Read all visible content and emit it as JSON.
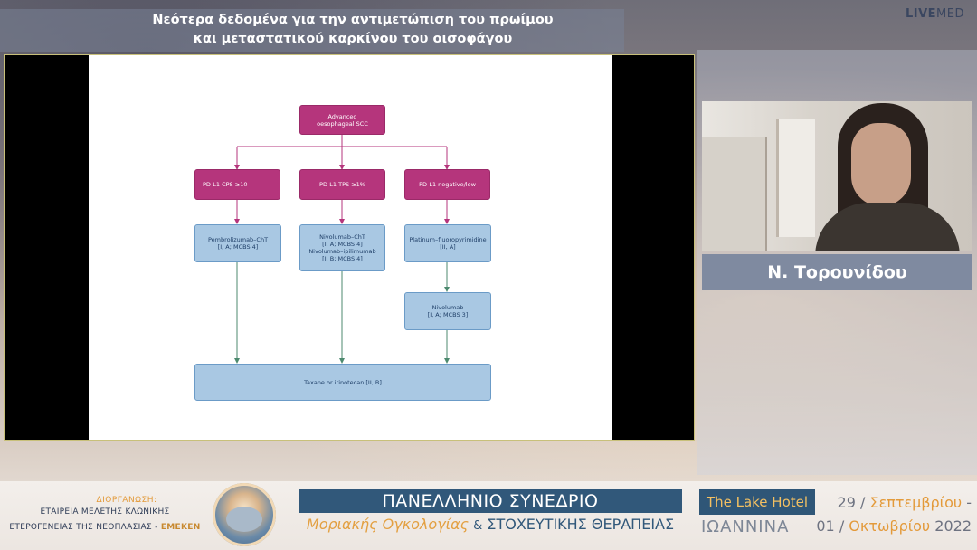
{
  "header": {
    "title_line1": "Νεότερα δεδομένα για την αντιμετώπιση του πρωίμου",
    "title_line2": "και μεταστατικού καρκίνου του οισοφάγου",
    "brand_live": "LIVE",
    "brand_med": "MED"
  },
  "slide": {
    "root": [
      "Advanced",
      "oesophageal SCC"
    ],
    "branches": [
      {
        "header": "PD-L1 CPS ≥10",
        "treatment": [
          "Pembrolizumab–ChT",
          "[I, A; MCBS 4]"
        ]
      },
      {
        "header": "PD-L1 TPS ≥1%",
        "treatment": [
          "Nivolumab–ChT",
          "[I, A; MCBS 4]",
          "Nivolumab–ipilimumab",
          "[I, B; MCBS 4]"
        ]
      },
      {
        "header": "PD-L1 negative/low",
        "treatment": [
          "Platinum–fluoropyrimidine",
          "[II, A]"
        ],
        "followup": [
          "Nivolumab",
          "[I, A; MCBS 3]"
        ]
      }
    ],
    "bottom": "Taxane or irinotecan [II, B]"
  },
  "webcam": {
    "speaker_name": "Ν. Τορουνίδου"
  },
  "footer": {
    "organizer_label": "ΔΙΟΡΓΑΝΩΣΗ:",
    "organizer_line1": "ΕΤΑΙΡΕΙΑ ΜΕΛΕΤΗΣ ΚΛΩΝΙΚΗΣ",
    "organizer_line2_a": "ΕΤΕΡΟΓΕΝΕΙΑΣ ΤΗΣ ΝΕΟΠΛΑΣΙΑΣ - ",
    "organizer_line2_b": "ΕΜΕΚΕΝ",
    "conference_title": "ΠΑΝΕΛΛΗΝΙΟ ΣΥΝΕΔΡΙΟ",
    "conference_sub_a": "Μοριακής Ογκολογίας",
    "conference_sub_amp": "&",
    "conference_sub_b": "ΣΤΟΧΕΥΤΙΚΗΣ ΘΕΡΑΠΕΙΑΣ",
    "hotel": "The Lake Hotel",
    "city": "ΙΩΑΝΝΙΝΑ",
    "date_line1_a": "29 / ",
    "date_line1_m": "Σεπτεμβρίου",
    "date_line1_b": " -",
    "date_line2_a": "01 / ",
    "date_line2_m": "Οκτωβρίου",
    "date_line2_b": " 2022"
  }
}
